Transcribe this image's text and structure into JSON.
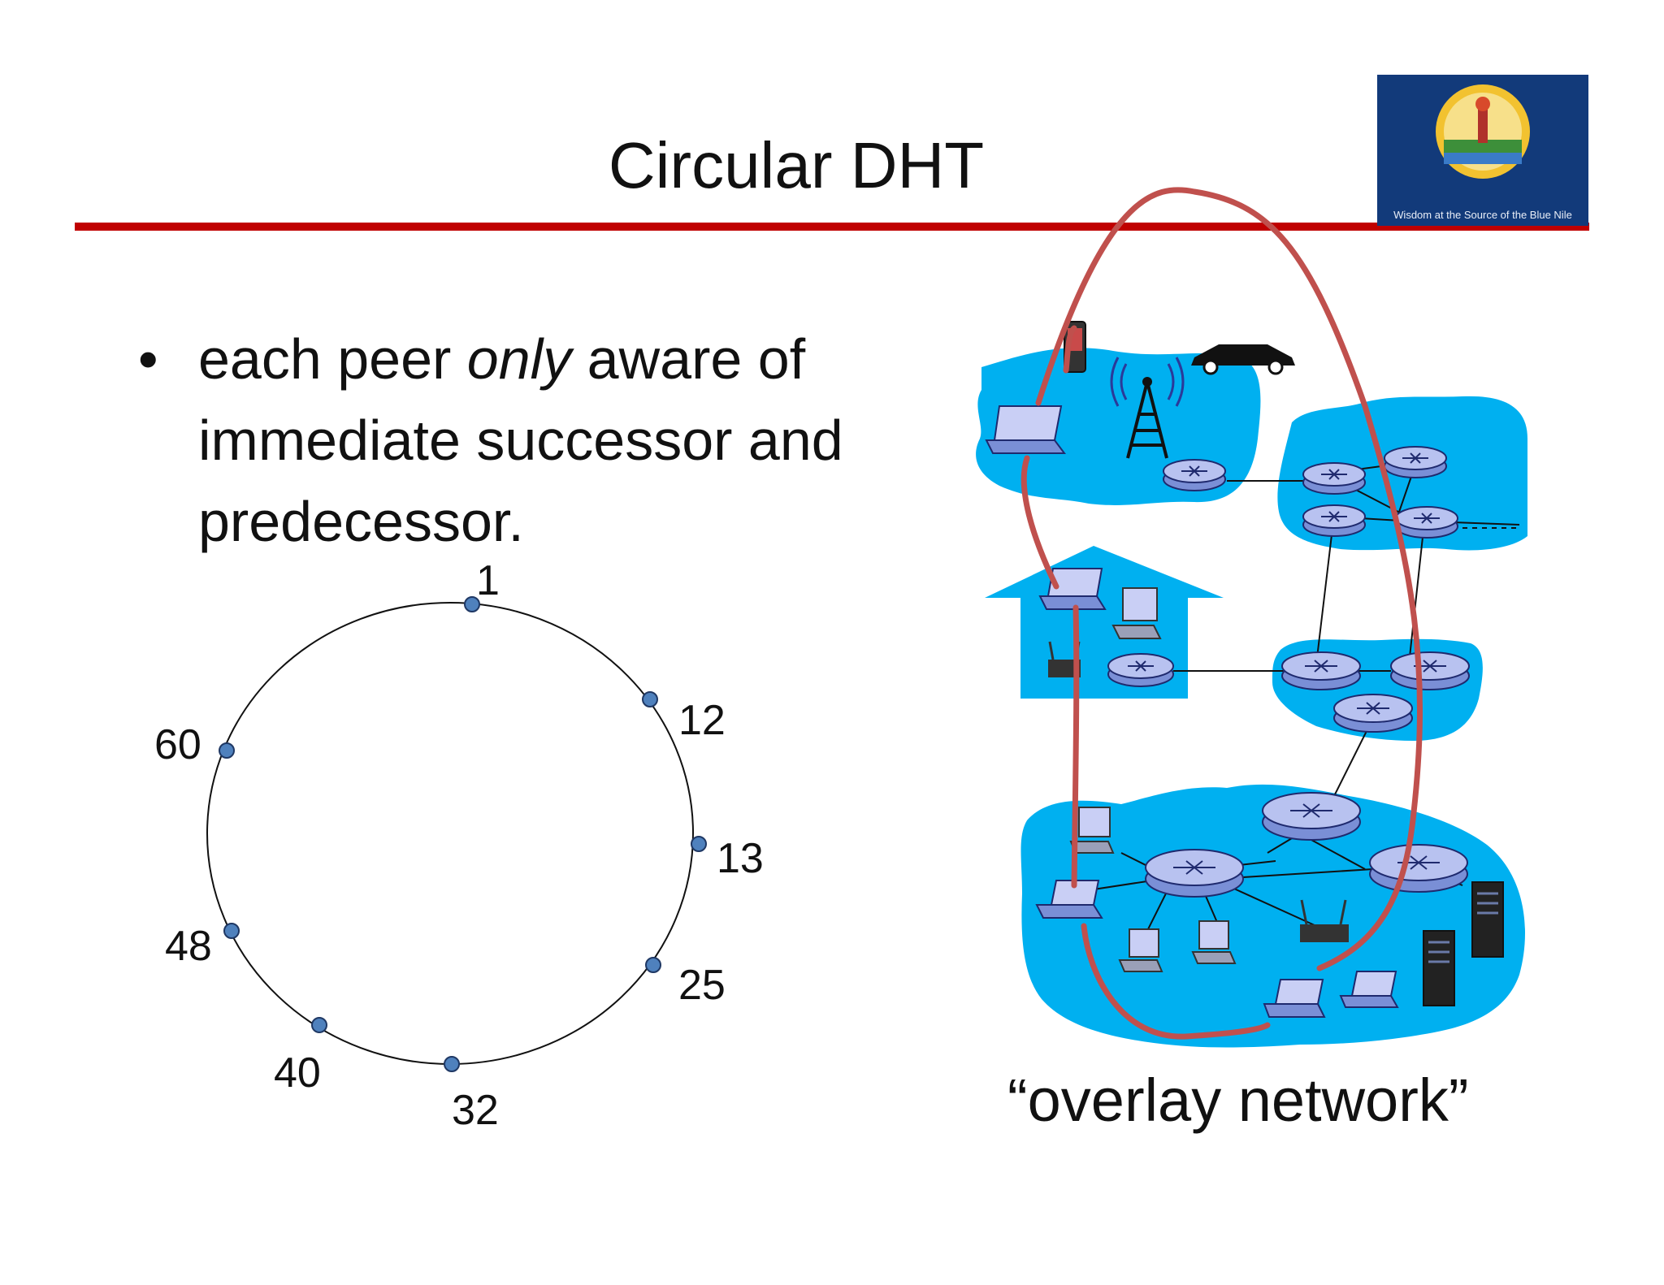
{
  "slide": {
    "title": "Circular DHT",
    "bullet": {
      "marker": "•",
      "before": "each peer ",
      "emphasis": "only",
      "after": " aware of immediate successor and predecessor."
    },
    "logo_text": "Wisdom at the Source of the Blue Nile",
    "caption": "“overlay network”",
    "accent_color": "#c00000",
    "overlay_color": "#c0504d",
    "cloud_color": "#00b0f0"
  },
  "ring": {
    "nodes": [
      "1",
      "12",
      "13",
      "25",
      "32",
      "40",
      "48",
      "60"
    ]
  }
}
